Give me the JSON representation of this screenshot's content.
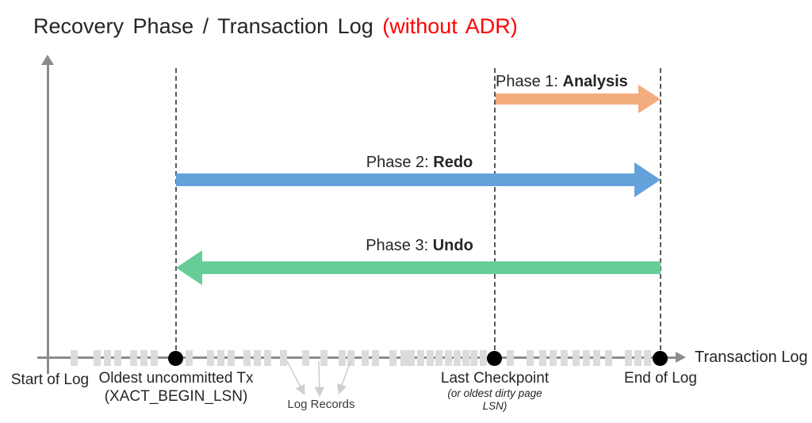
{
  "title": {
    "main": "Recovery Phase / Transaction Log",
    "highlight": " (without ADR)"
  },
  "colors": {
    "red": "#FF0000",
    "orange": "#F2AC7E",
    "blue": "#64A2DB",
    "green": "#66CD96",
    "axis": "#8C8C8C",
    "dash": "#595959",
    "tick": "#DCDCDC",
    "callout": "#CFCFCF"
  },
  "phases": [
    {
      "prefix": "Phase 1: ",
      "name": "Analysis",
      "color": "#F2AC7E",
      "direction": "right"
    },
    {
      "prefix": "Phase 2: ",
      "name": "Redo",
      "color": "#64A2DB",
      "direction": "right"
    },
    {
      "prefix": "Phase 3: ",
      "name": "Undo",
      "color": "#66CD96",
      "direction": "left"
    }
  ],
  "axis": {
    "x_axis_label": "Transaction Log",
    "start_label": "Start of Log"
  },
  "markers": {
    "oldest_tx": {
      "line1": "Oldest uncommitted Tx",
      "line2": "(XACT_BEGIN_LSN)"
    },
    "checkpoint": {
      "line1": "Last Checkpoint",
      "line2": "(or oldest dirty page LSN)"
    },
    "end_of_log": {
      "line1": "End of Log"
    }
  },
  "log_records": {
    "label": "Log Records",
    "tick_positions": [
      93,
      122,
      135,
      148,
      168,
      181,
      194,
      238,
      265,
      278,
      291,
      311,
      324,
      337,
      357,
      385,
      408,
      431,
      442,
      460,
      473,
      495,
      509,
      518,
      530,
      542,
      553,
      565,
      576,
      587,
      597,
      609,
      643,
      668,
      684,
      697,
      711,
      726,
      739,
      752,
      767,
      792,
      804,
      816
    ]
  }
}
